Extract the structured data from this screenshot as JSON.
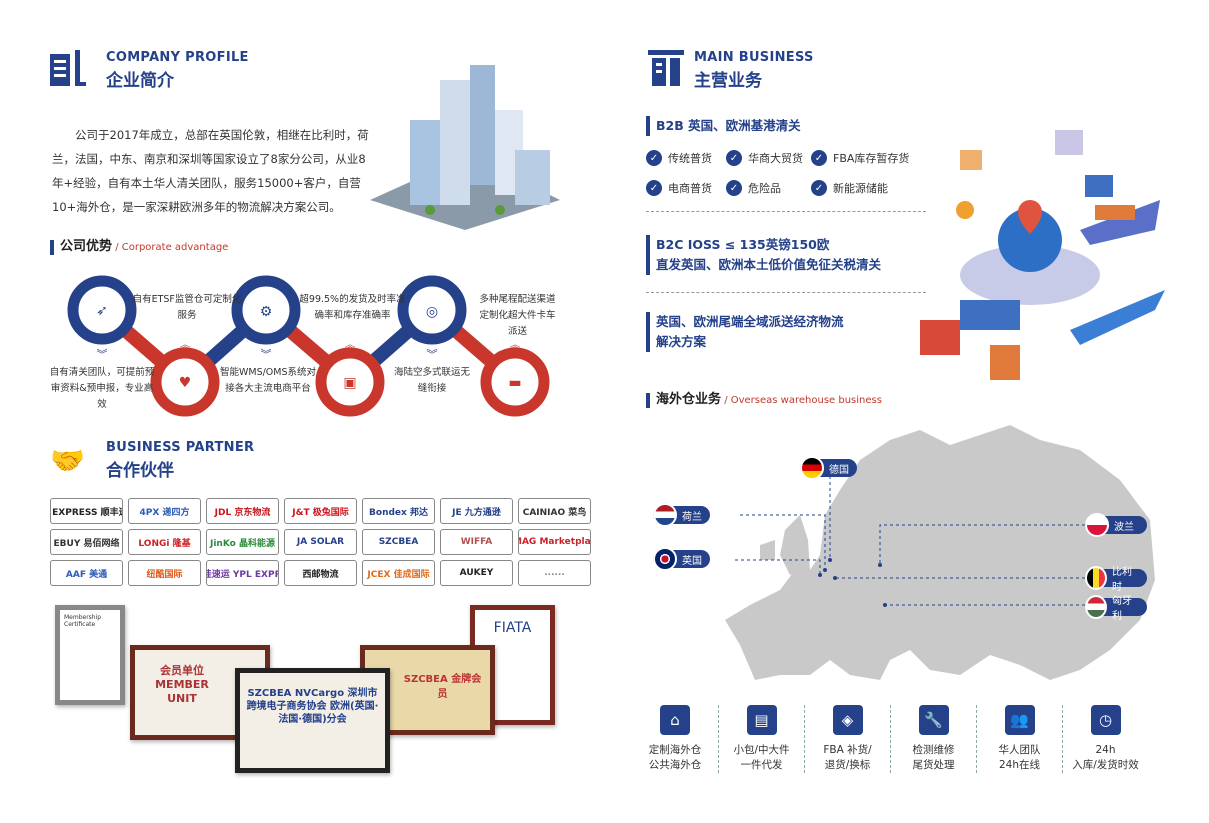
{
  "profile": {
    "en": "COMPANY PROFILE",
    "cn": "企业简介",
    "text": "公司于2017年成立，总部在英国伦敦，相继在比利时，荷兰，法国，中东、南京和深圳等国家设立了8家分公司，从业8年+经验，自有本土华人清关团队，服务15000+客户，自营10+海外仓，是一家深耕欧洲多年的物流解决方案公司。"
  },
  "advantage": {
    "title": "公司优势",
    "en": " / Corporate advantage",
    "items": [
      "自有清关团队，可提前预审资料&预申报，专业高效",
      "自有ETSF监管仓可定制化服务",
      "智能WMS/OMS系统对接各大主流电商平台",
      "超99.5%的发货及时率准确率和库存准确率",
      "海陆空多式联运无缝衔接",
      "多种尾程配送渠道定制化超大件卡车派送"
    ]
  },
  "partner": {
    "en": "BUSINESS PARTNER",
    "cn": "合作伙伴",
    "logos": [
      "SF EXPRESS 顺丰速运",
      "4PX 递四方",
      "JDL 京东物流",
      "J&T 极兔国际",
      "Bondex 邦达",
      "JE 九方通逊",
      "CAINIAO 菜鸟",
      "EBUY 易佰网络",
      "LONGi 隆基",
      "JinKo 晶科能源",
      "JA SOLAR",
      "SZCBEA",
      "WIFFA",
      "eMAG Marketplace",
      "AAF 美通",
      "纽酷国际",
      "极智佳速运 YPL EXPRESS",
      "西邮物流",
      "JCEX 佳成国际",
      "AUKEY",
      "......"
    ]
  },
  "certs": [
    "Membership Certificate",
    "会员单位 MEMBER UNIT",
    "SZCBEA NVCargo 深圳市跨境电子商务协会 欧洲(英国·法国·德国)分会",
    "SZCBEA 金牌会员",
    "FIATA"
  ],
  "business": {
    "en": "MAIN BUSINESS",
    "cn": "主营业务",
    "b2b": "B2B 英国、欧洲基港清关",
    "checks": [
      "传统普货",
      "华商大贸货",
      "FBA库存暂存货",
      "电商普货",
      "危险品",
      "新能源储能"
    ],
    "b2c1": "B2C IOSS ≤ 135英镑150欧",
    "b2c2": "直发英国、欧洲本土低价值免征关税清关",
    "last1": "英国、欧洲尾端全域派送经济物流",
    "last2": "解决方案"
  },
  "overseas": {
    "title": "海外仓业务",
    "en": " / Overseas warehouse business",
    "countries": [
      "德国",
      "荷兰",
      "英国",
      "波兰",
      "比利时",
      "匈牙利"
    ]
  },
  "services": [
    [
      "定制海外仓",
      "公共海外仓"
    ],
    [
      "小包/中大件",
      "一件代发"
    ],
    [
      "FBA 补货/",
      "退货/换标"
    ],
    [
      "检测维修",
      "尾货处理"
    ],
    [
      "华人团队",
      "24h在线"
    ],
    [
      "24h",
      "入库/发货时效"
    ]
  ],
  "colors": {
    "blue": "#24418a",
    "red": "#c9372c"
  }
}
